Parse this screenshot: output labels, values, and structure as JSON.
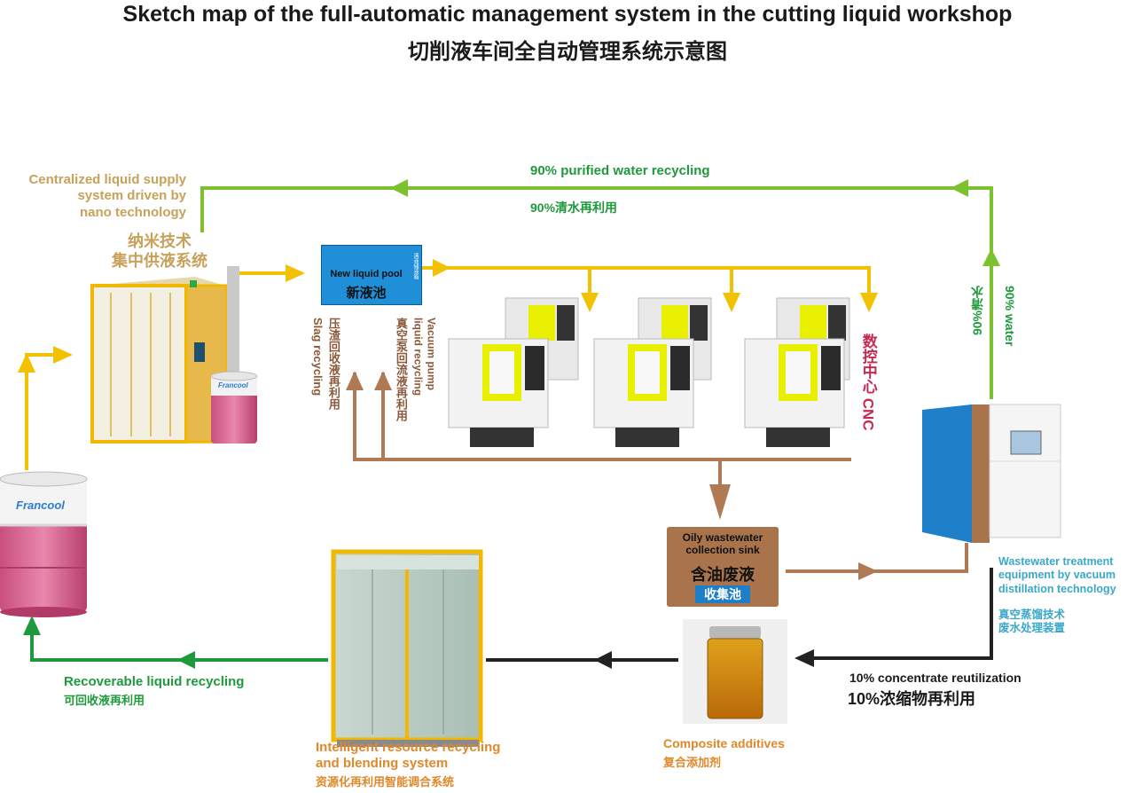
{
  "title": {
    "en": "Sketch map of the full-automatic management system in the cutting liquid workshop",
    "zh": "切削液车间全自动管理系统示意图"
  },
  "labels": {
    "nano_en": [
      "Centralized liquid supply",
      "system driven by",
      "nano technology"
    ],
    "nano_zh": [
      "纳米技术",
      "集中供液系统"
    ],
    "purified_en": "90% purified water recycling",
    "purified_zh": "90%清水再利用",
    "water_en": "90% water",
    "water_zh": "90%清水",
    "pool_en": "New liquid pool",
    "pool_zh": "新液池",
    "pool_side": "清液储液箱",
    "slag_en": "Slag recycling",
    "slag_zh": "压渣回收液再利用",
    "vacuum_en": "Vacuum pump liquid recycling",
    "vacuum_zh": "真空泵回流液再利用",
    "cnc": "数控中心 CNC",
    "sink_en": [
      "Oily wastewater",
      "collection sink"
    ],
    "sink_zh": "含油废液",
    "sink_badge": "收集池",
    "wastewater_en": [
      "Wastewater treatment",
      "equipment by vacuum",
      "distillation technology"
    ],
    "wastewater_zh": [
      "真空蒸馏技术",
      "废水处理装置"
    ],
    "concentrate_en": "10% concentrate reutilization",
    "concentrate_zh": "10%浓缩物再利用",
    "additives_en": "Composite additives",
    "additives_zh": "复合添加剂",
    "blending_en": [
      "Intelligent resource recycling",
      "and blending system"
    ],
    "blending_zh": "资源化再利用智能调合系统",
    "recoverable_en": "Recoverable liquid recycling",
    "recoverable_zh": "可回收液再利用",
    "brand": "Francool"
  },
  "colors": {
    "green_arrow": "#7cc22e",
    "green_text": "#1e9a3c",
    "yellow_arrow": "#f2c200",
    "brown_arrow": "#b07a55",
    "dark_arrow": "#222222",
    "pool_blue": "#1f8fd8",
    "sink_brown": "#a9744c"
  }
}
